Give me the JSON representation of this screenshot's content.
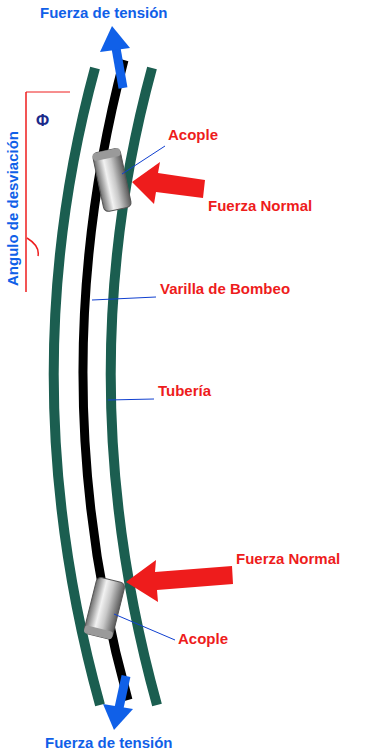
{
  "diagram": {
    "labels": [
      "Fuerza de tensión",
      "Angulo de desviación",
      "Φ",
      "Acople",
      "Fuerza Normal",
      "Varilla de Bombeo",
      "Tubería",
      "Fuerza Normal",
      "Acople",
      "Fuerza de tensión"
    ]
  }
}
